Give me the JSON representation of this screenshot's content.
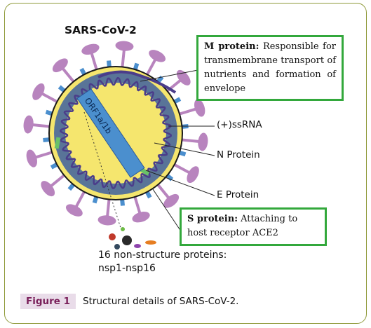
{
  "title": "SARS-CoV-2",
  "orf_label": "ORF1a/1b",
  "m_box": {
    "heading": "M protein:",
    "text": " Responsible for transmembrane transport of nutrients and formation of envelope"
  },
  "labels": {
    "ssrna": "(+)ssRNA",
    "n_protein": "N Protein",
    "e_protein": "E Protein"
  },
  "s_box": {
    "heading": "S protein:",
    "text": " Attaching to host receptor ACE2"
  },
  "nsp": {
    "line1": "16 non-structure proteins:",
    "line2": "nsp1-nsp16"
  },
  "caption": {
    "label": "Figure 1",
    "text": "Structural details of SARS-CoV-2."
  },
  "colors": {
    "envelope": "#f5e66e",
    "spike": "#b884be",
    "membrane_band": "#3d5fa0",
    "rna_coil": "#4b3d8a",
    "orf": "#4b8fce",
    "e_protein": "#69c268",
    "box_border": "#33a83c",
    "caption_label_bg": "#e9dce9",
    "caption_label_text": "#7a1f5a"
  }
}
